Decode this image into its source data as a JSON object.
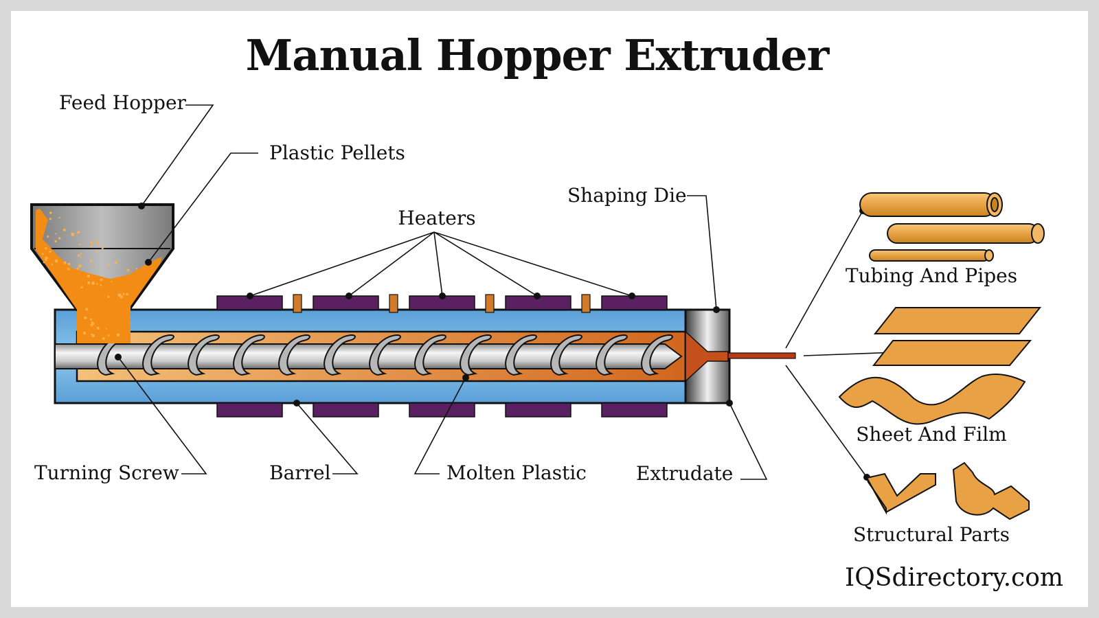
{
  "title": "Manual Hopper Extruder",
  "labels": {
    "feed_hopper": "Feed Hopper",
    "plastic_pellets": "Plastic Pellets",
    "heaters": "Heaters",
    "shaping_die": "Shaping Die",
    "turning_screw": "Turning Screw",
    "barrel": "Barrel",
    "molten_plastic": "Molten Plastic",
    "extrudate": "Extrudate"
  },
  "products": {
    "tubing": "Tubing And Pipes",
    "sheet": "Sheet And Film",
    "structural": "Structural Parts"
  },
  "watermark": "IQSdirectory.com",
  "colors": {
    "barrel": "#6aaee0",
    "heater": "#5a2062",
    "pellets": "#f28c14",
    "molten": "#e09a46",
    "extrudate": "#b83b16",
    "product": "#e8a245"
  }
}
